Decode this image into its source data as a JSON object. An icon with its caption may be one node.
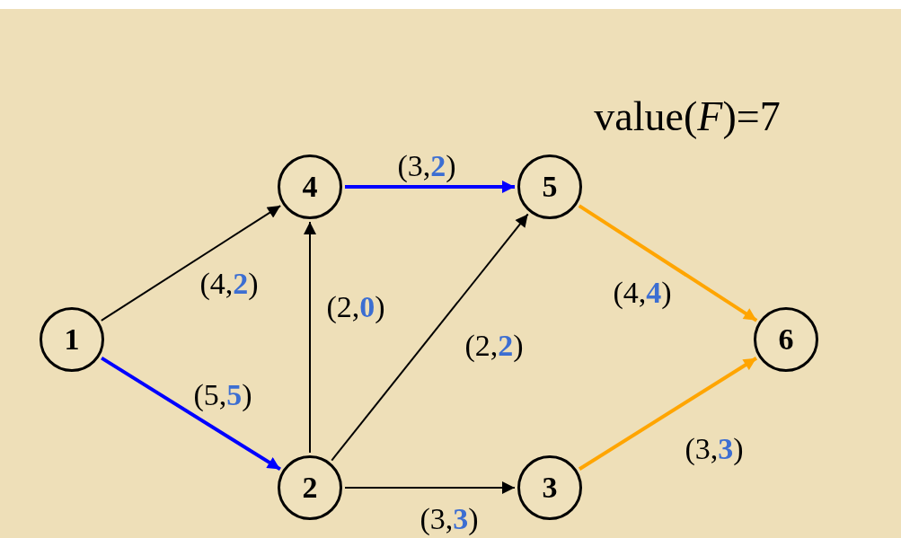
{
  "diagram": {
    "title": "value(*F*)=7",
    "nodes": [
      {
        "text": [
          "4"
        ]
      },
      {
        "text": [
          "5"
        ]
      },
      {
        "text": [
          "1"
        ]
      },
      {
        "text": [
          "6"
        ]
      },
      {
        "text": [
          "2"
        ]
      },
      {
        "text": [
          "3"
        ]
      }
    ],
    "edges": [
      {
        "from": 2,
        "to": 0,
        "arrow": "to",
        "label": "(4,**2**)"
      },
      {
        "from": 2,
        "to": 4,
        "arrow": "to",
        "label": "(5,**5**)",
        "style": "thick",
        "color": "#0000ff"
      },
      {
        "from": 0,
        "to": 1,
        "arrow": "to",
        "label": "(3,**2**)",
        "style": "thick",
        "color": "#0000ff"
      },
      {
        "from": 4,
        "to": 0,
        "arrow": "to",
        "label": "(2,**0**)"
      },
      {
        "from": 4,
        "to": 1,
        "arrow": "to",
        "label": "(2,**2**)"
      },
      {
        "from": 4,
        "to": 5,
        "arrow": "to",
        "label": "(3,**3**)"
      },
      {
        "from": 1,
        "to": 3,
        "arrow": "to",
        "label": "(4,**4**)",
        "style": "thick",
        "color": "#ffa500"
      },
      {
        "from": 5,
        "to": 3,
        "arrow": "to",
        "label": "(3,**3**)",
        "style": "thick",
        "color": "#ffa500"
      }
    ]
  }
}
